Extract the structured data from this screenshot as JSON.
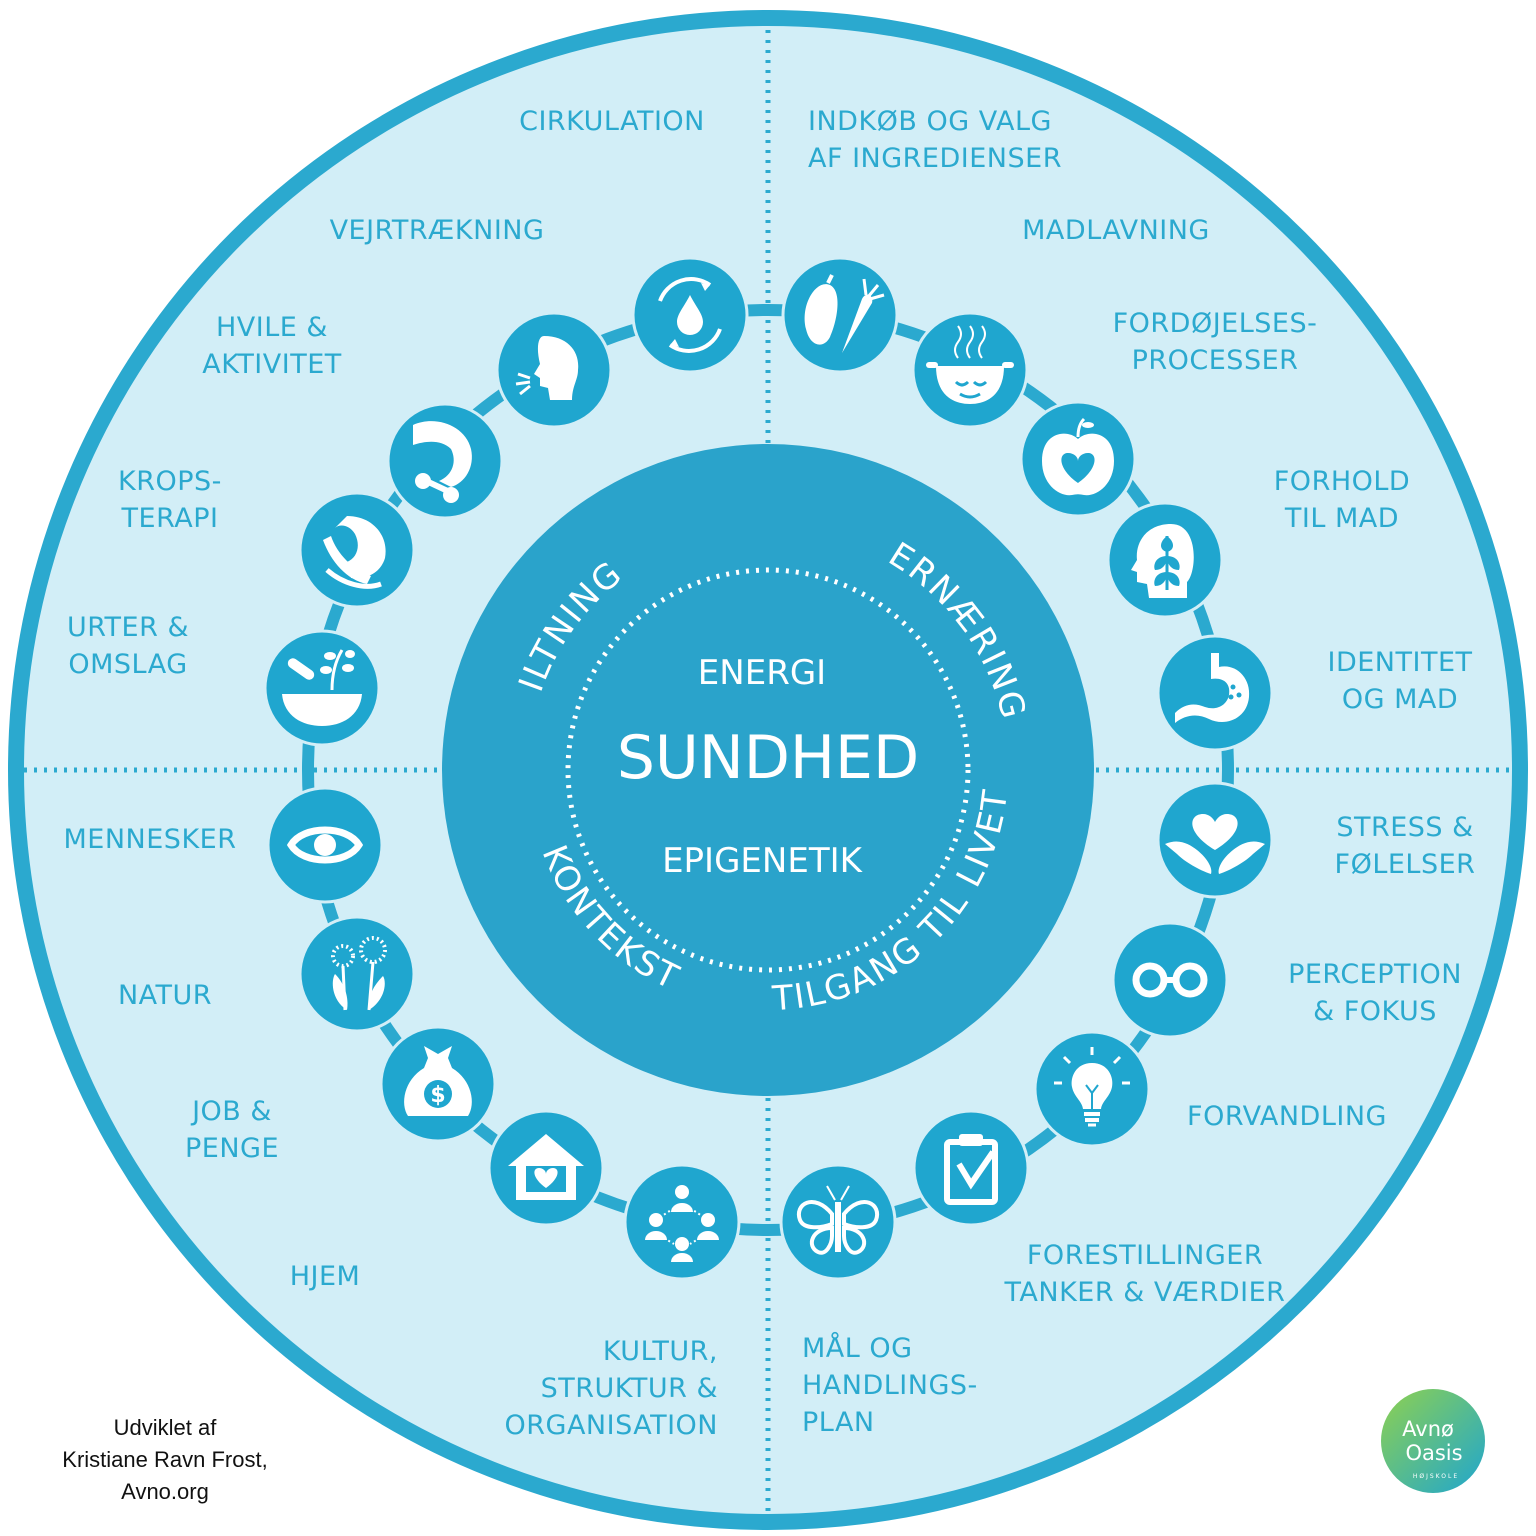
{
  "colors": {
    "outer_fill": "#d2eef7",
    "ring_stroke": "#2ba9cf",
    "icon_circle": "#1fa6cf",
    "center_fill": "#2aa3cb",
    "label_text": "#2ba9cf",
    "white": "#ffffff"
  },
  "center": {
    "top": "ENERGI",
    "main": "SUNDHED",
    "bottom": "EPIGENETIK"
  },
  "arc_labels": {
    "iltning": "ILTNING",
    "ernaering": "ERNÆRING",
    "tilgang": "TILGANG TIL LIVET",
    "kontekst": "KONTEKST"
  },
  "outer_labels": {
    "cirkulation": [
      "CIRKULATION"
    ],
    "vejrtraekning": [
      "VEJRTRÆKNING"
    ],
    "hvile": [
      "HVILE &",
      "AKTIVITET"
    ],
    "kropsterapi": [
      "KROPS-",
      "TERAPI"
    ],
    "urter": [
      "URTER &",
      "OMSLAG"
    ],
    "mennesker": [
      "MENNESKER"
    ],
    "natur": [
      "NATUR"
    ],
    "job": [
      "JOB &",
      "PENGE"
    ],
    "hjem": [
      "HJEM"
    ],
    "kultur": [
      "KULTUR,",
      "STRUKTUR &",
      "ORGANISATION"
    ],
    "indkob": [
      "INDKØB OG VALG",
      "AF INGREDIENSER"
    ],
    "madlavning": [
      "MADLAVNING"
    ],
    "fordojelse": [
      "FORDØJELSES-",
      "PROCESSER"
    ],
    "forhold": [
      "FORHOLD",
      "TIL MAD"
    ],
    "identitet": [
      "IDENTITET",
      "OG MAD"
    ],
    "stress": [
      "STRESS &",
      "FØLELSER"
    ],
    "perception": [
      "PERCEPTION",
      "& FOKUS"
    ],
    "forvandling": [
      "FORVANDLING"
    ],
    "forestillinger": [
      "FORESTILLINGER",
      "TANKER & VÆRDIER"
    ],
    "maal": [
      "MÅL OG",
      "HANDLINGS-",
      "PLAN"
    ]
  },
  "icons": [
    {
      "key": "water-cycle",
      "name": "water-cycle-icon"
    },
    {
      "key": "breath-head",
      "name": "breathing-head-icon"
    },
    {
      "key": "dumbbell-arm",
      "name": "dumbbell-arm-icon"
    },
    {
      "key": "massage",
      "name": "massage-hands-icon"
    },
    {
      "key": "mortar",
      "name": "mortar-herbs-icon"
    },
    {
      "key": "eye",
      "name": "eye-icon"
    },
    {
      "key": "flowers",
      "name": "flowers-icon"
    },
    {
      "key": "money",
      "name": "money-bag-icon"
    },
    {
      "key": "home",
      "name": "home-heart-icon"
    },
    {
      "key": "network",
      "name": "people-network-icon"
    },
    {
      "key": "vegetables",
      "name": "vegetables-icon"
    },
    {
      "key": "pot",
      "name": "cooking-pot-icon"
    },
    {
      "key": "apple",
      "name": "apple-heart-icon"
    },
    {
      "key": "head-leaf",
      "name": "head-leaf-icon"
    },
    {
      "key": "stomach",
      "name": "stomach-icon"
    },
    {
      "key": "hands-heart",
      "name": "hands-heart-icon"
    },
    {
      "key": "glasses",
      "name": "glasses-icon"
    },
    {
      "key": "bulb",
      "name": "lightbulb-icon"
    },
    {
      "key": "clipboard",
      "name": "clipboard-check-icon"
    },
    {
      "key": "butterfly",
      "name": "butterfly-icon"
    }
  ],
  "credit": [
    "Udviklet af",
    "Kristiane Ravn Frost,",
    "Avno.org"
  ],
  "logo": {
    "line1": "Avnø",
    "line2": "Oasis",
    "tagline": "HØJSKOLE",
    "gradient": [
      "#8fd14f",
      "#1fa6cf"
    ]
  }
}
